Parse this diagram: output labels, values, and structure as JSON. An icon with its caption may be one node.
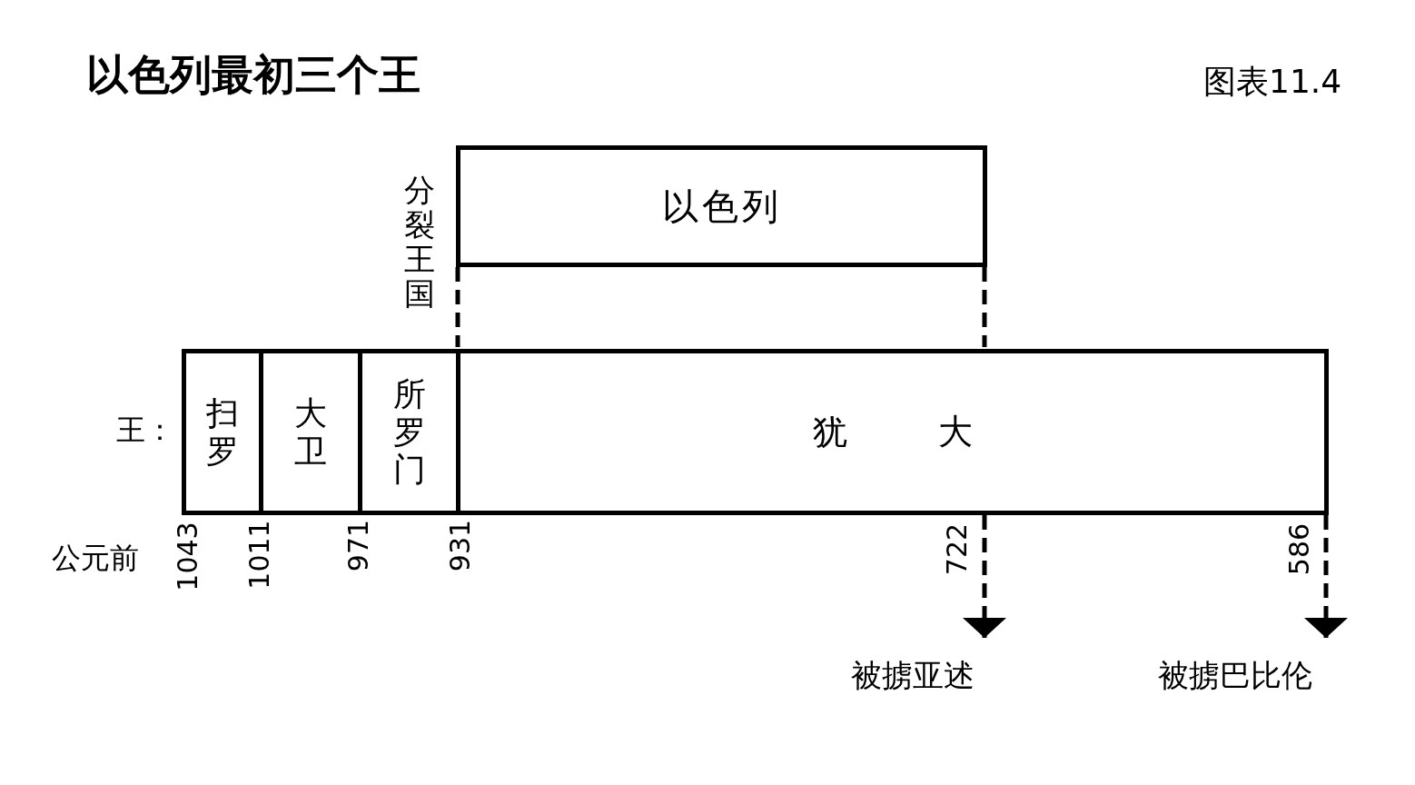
{
  "diagram": {
    "title": "以色列最初三个王",
    "nodes": [
      {
        "text": [
          "以色列"
        ]
      },
      {
        "text": [
          "扫罗"
        ]
      },
      {
        "text": [
          "大卫"
        ]
      },
      {
        "text": [
          "所罗门"
        ]
      },
      {
        "text": [
          "犹大"
        ]
      },
      {
        "text": [
          "被掳亚述"
        ]
      },
      {
        "text": [
          "被掳巴比伦"
        ]
      }
    ],
    "edges": [
      {
        "from": 0,
        "to": 4,
        "arrow": "none",
        "style": "dashed"
      },
      {
        "from": 0,
        "to": 4,
        "arrow": "none",
        "style": "dashed"
      },
      {
        "from": 4,
        "to": 5,
        "arrow": "to",
        "style": "dashed"
      },
      {
        "from": 4,
        "to": 6,
        "arrow": "to",
        "style": "dashed"
      }
    ],
    "labels": [
      "图表11.4",
      "分裂王国",
      "王：",
      "公元前",
      "1043",
      "1011",
      "971",
      "931",
      "722",
      "586"
    ]
  }
}
